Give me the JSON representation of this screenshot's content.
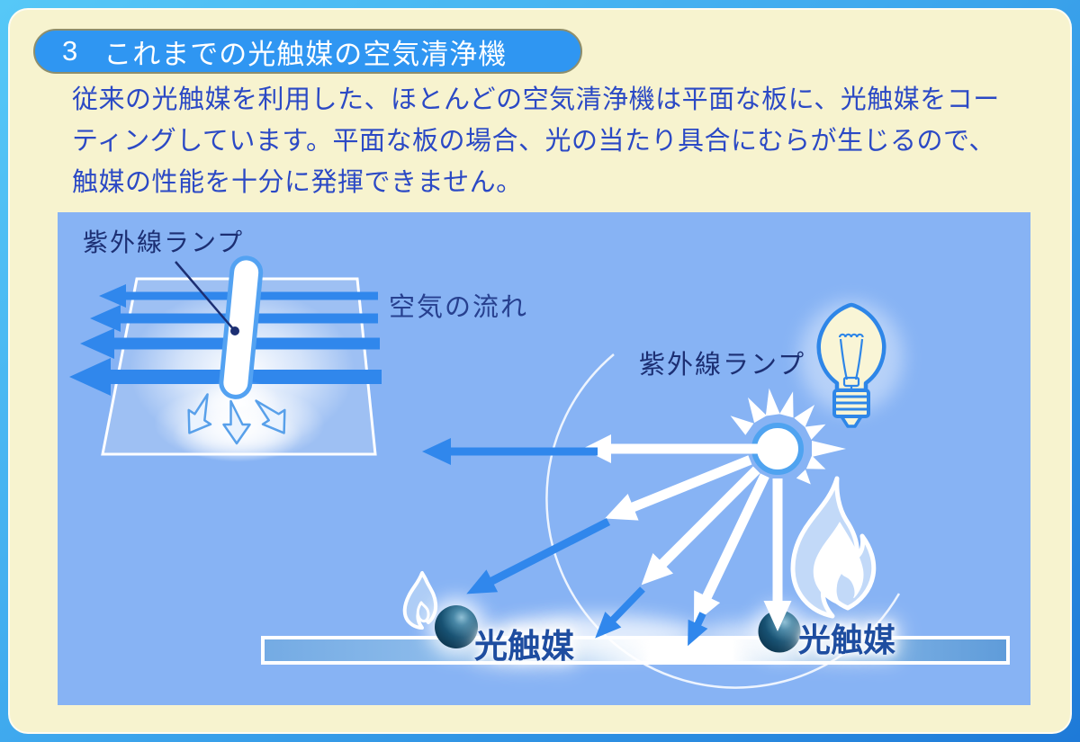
{
  "header": {
    "number": "3",
    "title": "これまでの光触媒の空気清浄機"
  },
  "intro_text": "従来の光触媒を利用した、ほとんどの空気清浄機は平面な板に、光触媒をコーティングしています。平面な板の場合、光の当たり具合にむらが生じるので、触媒の性能を十分に発揮できません。",
  "diagram": {
    "plate_unit": {
      "uv_lamp_label": "紫外線ランプ",
      "airflow_label": "空気の流れ"
    },
    "lamp_unit": {
      "uv_lamp_label": "紫外線ランプ",
      "catalyst_left_label": "光触媒",
      "catalyst_right_label": "光触媒"
    }
  },
  "colors": {
    "frame_top": "#56C8F7",
    "frame_bottom": "#1E7AD8",
    "sheet_cream": "#F7F3CF",
    "pill_blue": "#2F96F2",
    "pill_border": "#8E8E6C",
    "panel_blue": "#87B3F4",
    "arrow_blue": "#3087EC",
    "intro_text_blue": "#2B49C5",
    "label_navy": "#1C2F73",
    "catalyst_label_navy": "#1E4DA0",
    "bulb_yellow": "#F9F5D6",
    "bulb_outline": "#2E86E8",
    "sphere_dark": "#0B3048"
  }
}
